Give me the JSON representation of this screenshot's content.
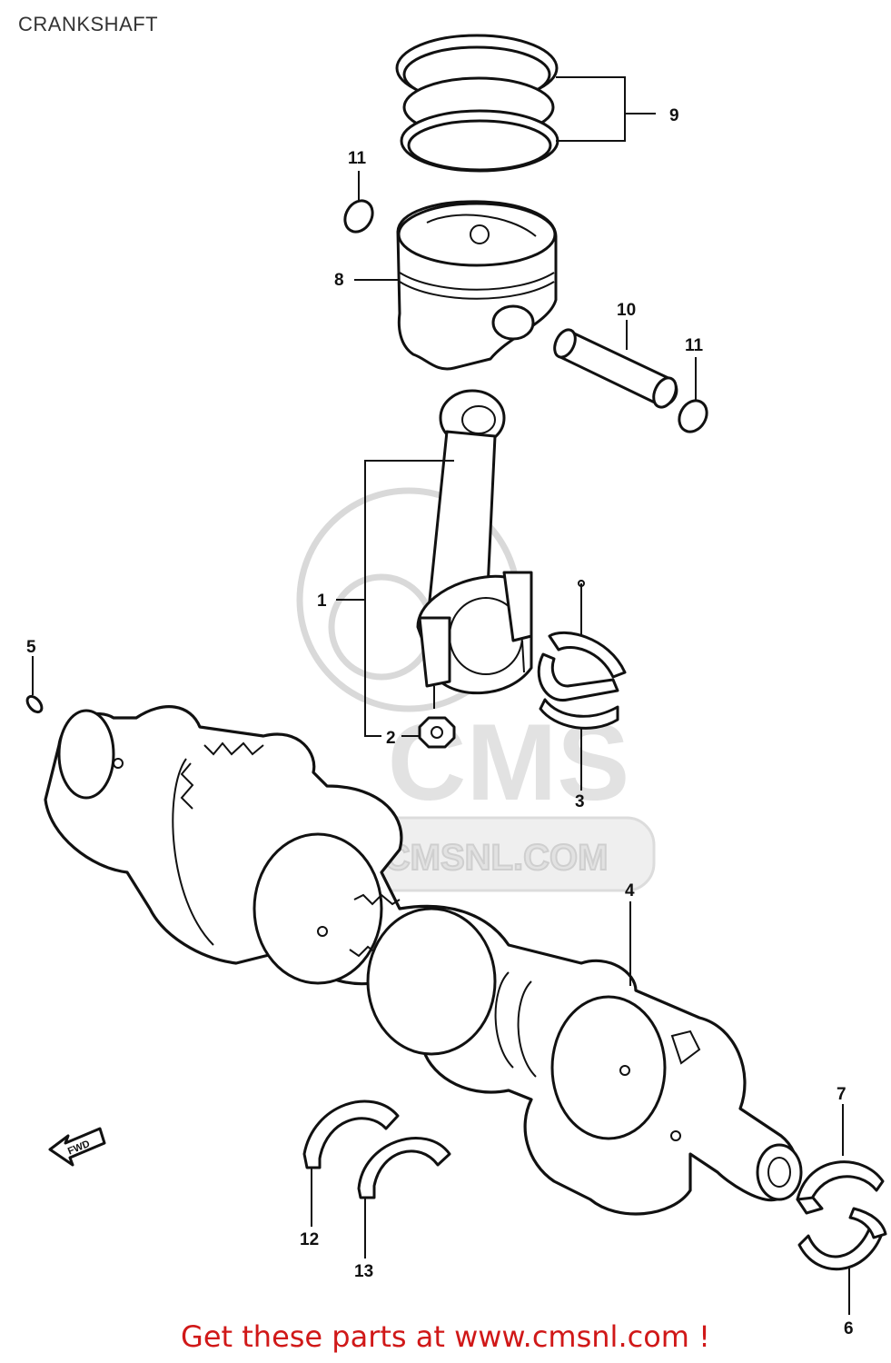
{
  "header": {
    "title": "CRANKSHAFT"
  },
  "watermark": {
    "logo_text": "CMS",
    "url_text": "WWW.CMSNL.COM"
  },
  "direction_marker": {
    "label": "FWD"
  },
  "callouts": [
    {
      "id": "1",
      "label": "1"
    },
    {
      "id": "2",
      "label": "2"
    },
    {
      "id": "3",
      "label": "3"
    },
    {
      "id": "4",
      "label": "4"
    },
    {
      "id": "5",
      "label": "5"
    },
    {
      "id": "6",
      "label": "6"
    },
    {
      "id": "7",
      "label": "7"
    },
    {
      "id": "8",
      "label": "8"
    },
    {
      "id": "9",
      "label": "9"
    },
    {
      "id": "10",
      "label": "10"
    },
    {
      "id": "11a",
      "label": "11"
    },
    {
      "id": "11b",
      "label": "11"
    },
    {
      "id": "12",
      "label": "12"
    },
    {
      "id": "13",
      "label": "13"
    }
  ],
  "footer": {
    "text": "Get these parts at www.cmsnl.com !"
  }
}
